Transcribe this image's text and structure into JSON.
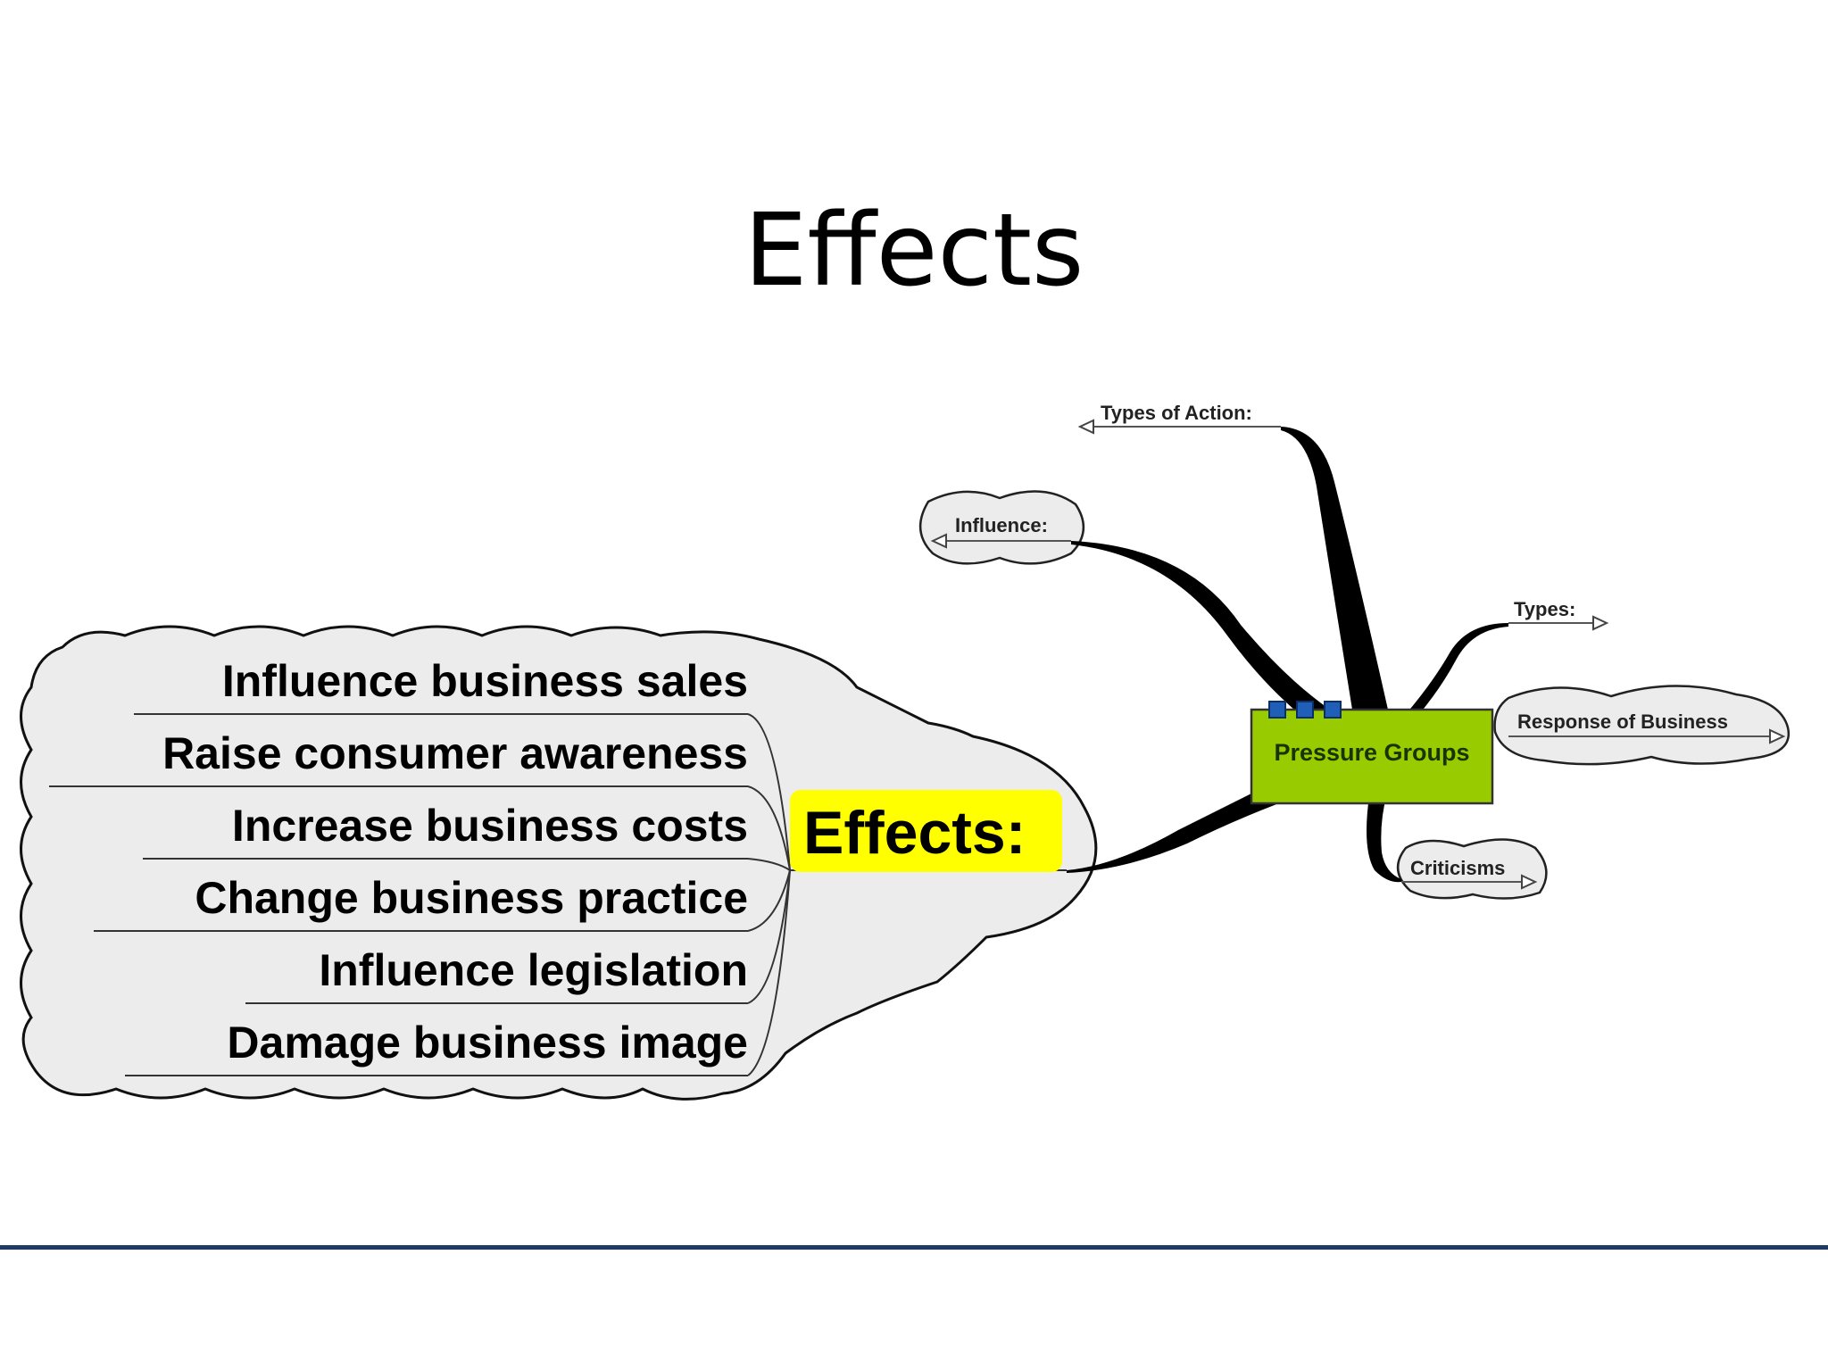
{
  "slide": {
    "title": "Effects"
  },
  "mind_map": {
    "central_topic": "Pressure Groups",
    "branches": {
      "types_of_action": "Types of Action:",
      "influence": "Influence:",
      "types": "Types:",
      "response": "Response of Business",
      "criticisms": "Criticisms",
      "effects": "Effects:"
    },
    "effects_items": [
      "Influence business sales",
      "Raise consumer awareness",
      "Increase business costs",
      "Change business practice",
      "Influence legislation",
      "Damage business image"
    ]
  },
  "colors": {
    "central_fill": "#99cc00",
    "effects_highlight": "#ffff00",
    "cloud_fill": "#ececec",
    "tab_blue": "#1f5fb8",
    "rule_navy": "#1f3a63"
  }
}
